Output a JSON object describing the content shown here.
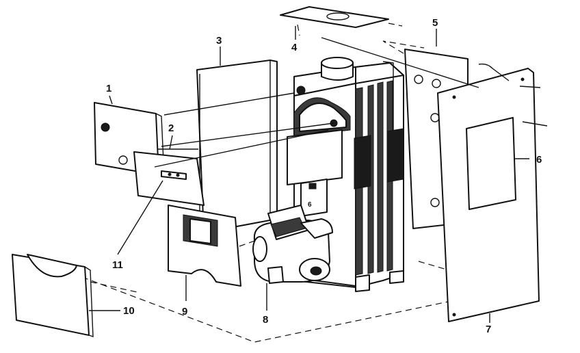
{
  "parts": [
    {
      "id": "p1",
      "label": "1"
    },
    {
      "id": "p2",
      "label": "2"
    },
    {
      "id": "p3",
      "label": "3"
    },
    {
      "id": "p4",
      "label": "4"
    },
    {
      "id": "p5",
      "label": "5"
    },
    {
      "id": "p6",
      "label": "6"
    },
    {
      "id": "p7",
      "label": "7"
    },
    {
      "id": "p8",
      "label": "8"
    },
    {
      "id": "p9",
      "label": "9"
    },
    {
      "id": "p10",
      "label": "10"
    },
    {
      "id": "p11",
      "label": "11"
    }
  ],
  "colors": {
    "ink": "#111111",
    "paper": "#ffffff"
  }
}
